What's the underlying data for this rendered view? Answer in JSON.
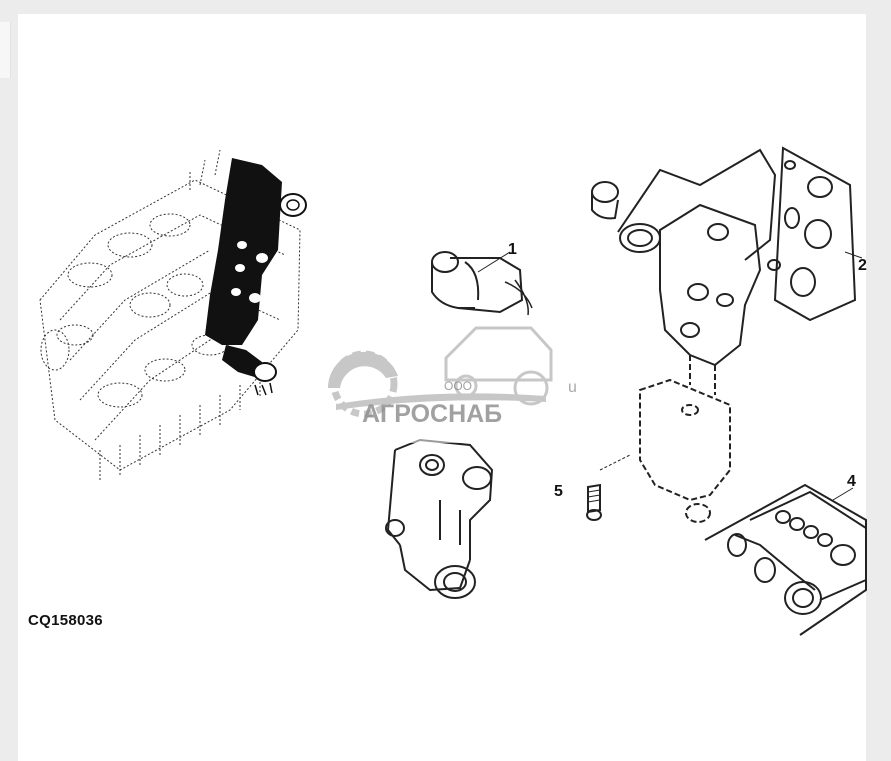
{
  "figure": {
    "code": "CQ158036",
    "callouts": [
      "1",
      "2",
      "4",
      "5"
    ],
    "stray_mark": "u"
  },
  "watermark": {
    "prefix": "ООО",
    "brand": "АГРОСНАБ"
  },
  "colors": {
    "line": "#222222",
    "highlight": "#111111",
    "watermark": "#9a9a9a"
  }
}
